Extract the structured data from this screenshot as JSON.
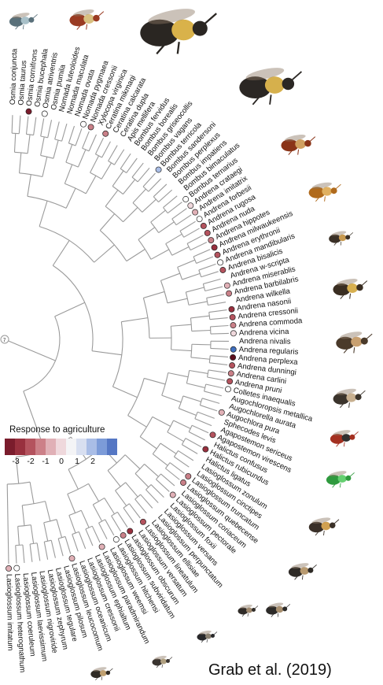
{
  "legend": {
    "title": "Response to agriculture",
    "ticks": [
      "-3",
      "-2",
      "-1",
      "0",
      "1",
      "2"
    ],
    "scale_colors": [
      "#7a1c2c",
      "#98303e",
      "#b4535e",
      "#cc8088",
      "#e0b0b6",
      "#efd8dc",
      "#f4f4f6",
      "#d8dff0",
      "#a9bde6",
      "#7c9bd8",
      "#5577c4"
    ]
  },
  "root_label": "7",
  "citation": "Grab et al. (2019)",
  "species": [
    {
      "name": "Osmia conjuncta",
      "color": null
    },
    {
      "name": "Osmia taurus",
      "color": null
    },
    {
      "name": "Osmia cornifrons",
      "color": "#7a1c2c"
    },
    {
      "name": "Osmia bucephala",
      "color": null
    },
    {
      "name": "Osmia atriventris",
      "color": "#ffffff"
    },
    {
      "name": "Osmia pumila",
      "color": null
    },
    {
      "name": "Nomada luteoloides",
      "color": null
    },
    {
      "name": "Nomada maculata",
      "color": null
    },
    {
      "name": "Nomada ovata",
      "color": null
    },
    {
      "name": "Nomada pygmaea",
      "color": "#ffffff"
    },
    {
      "name": "Nomada cressonii",
      "color": "#c98088"
    },
    {
      "name": "Xylocopa virginica",
      "color": null
    },
    {
      "name": "Ceratina mikmaqi",
      "color": "#c98088"
    },
    {
      "name": "Ceratina calcarata",
      "color": null
    },
    {
      "name": "Ceratina dupla",
      "color": null
    },
    {
      "name": "Apis mellifera",
      "color": null
    },
    {
      "name": "Bombus fervidus",
      "color": null
    },
    {
      "name": "Bombus borealis",
      "color": null
    },
    {
      "name": "Bombus griseocollis",
      "color": null
    },
    {
      "name": "Bombus vagans",
      "color": null
    },
    {
      "name": "Bombus terricola",
      "color": "#a9bde6"
    },
    {
      "name": "Bombus sandersoni",
      "color": null
    },
    {
      "name": "Bombus perplexus",
      "color": null
    },
    {
      "name": "Bombus impatiens",
      "color": null
    },
    {
      "name": "Bombus bimaculatus",
      "color": null
    },
    {
      "name": "Bombus ternarius",
      "color": "#ffffff"
    },
    {
      "name": "Andrena crataegi",
      "color": "#efd8dc"
    },
    {
      "name": "Andrena imitatrix",
      "color": "#e0b0b6"
    },
    {
      "name": "Andrena forbesii",
      "color": "#ffffff"
    },
    {
      "name": "Andrena rugosa",
      "color": "#b4535e"
    },
    {
      "name": "Andrena nuda",
      "color": "#b4535e"
    },
    {
      "name": "Andrena hippotes",
      "color": "#c98088"
    },
    {
      "name": "Andrena milwaukeensis",
      "color": "#98303e"
    },
    {
      "name": "Andrena erythronii",
      "color": "#b4535e"
    },
    {
      "name": "Andrena mandibularis",
      "color": "#ffffff"
    },
    {
      "name": "Andrena bisalicis",
      "color": "#b4535e"
    },
    {
      "name": "Andrena w-scripta",
      "color": null
    },
    {
      "name": "Andrena miserablis",
      "color": "#e0b0b6"
    },
    {
      "name": "Andrena barbilabris",
      "color": "#c98088"
    },
    {
      "name": "Andrena wilkella",
      "color": null
    },
    {
      "name": "Andrena nasonii",
      "color": "#98303e"
    },
    {
      "name": "Andrena cressonii",
      "color": "#b4535e"
    },
    {
      "name": "Andrena commoda",
      "color": "#c98088"
    },
    {
      "name": "Andrena vicina",
      "color": "#efd8dc"
    },
    {
      "name": "Andrena nivalis",
      "color": null
    },
    {
      "name": "Andrena regularis",
      "color": "#3f6fbf"
    },
    {
      "name": "Andrena perplexa",
      "color": "#5e0f1c"
    },
    {
      "name": "Andrena dunningi",
      "color": "#b4535e"
    },
    {
      "name": "Andrena carlini",
      "color": "#c98088"
    },
    {
      "name": "Andrena pruni",
      "color": "#b4535e"
    },
    {
      "name": "Colletes inaequalis",
      "color": "#ffffff"
    },
    {
      "name": "Augochloropsis metallica",
      "color": null
    },
    {
      "name": "Augochlorella aurata",
      "color": null
    },
    {
      "name": "Augochlora pura",
      "color": "#e0b0b6"
    },
    {
      "name": "Sphecodes levis",
      "color": null
    },
    {
      "name": "Agapostemon sericeus",
      "color": null
    },
    {
      "name": "Agapostemon virescens",
      "color": "#b4535e"
    },
    {
      "name": "Halictus confusus",
      "color": null
    },
    {
      "name": "Halictus rubicundus",
      "color": "#98303e"
    },
    {
      "name": "Halictus ligatus",
      "color": null
    },
    {
      "name": "Lasioglossum zonulum",
      "color": null
    },
    {
      "name": "Lasioglossum cinctipes",
      "color": null
    },
    {
      "name": "Lasioglossum truncatum",
      "color": "#c98088"
    },
    {
      "name": "Lasioglossum quebecense",
      "color": "#c98088"
    },
    {
      "name": "Lasioglossum coriaceum",
      "color": null
    },
    {
      "name": "Lasioglossum pectorale",
      "color": "#e0b0b6"
    },
    {
      "name": "Lasioglossum foxii",
      "color": null
    },
    {
      "name": "Lasioglossum versans",
      "color": null
    },
    {
      "name": "Lasioglossum perpunctatum",
      "color": null
    },
    {
      "name": "Lasioglossum ellisiae",
      "color": null
    },
    {
      "name": "Lasioglossum lineatulum",
      "color": "#b4535e"
    },
    {
      "name": "Lasioglossum versatum",
      "color": null
    },
    {
      "name": "Lasioglossum obscurum",
      "color": "#98303e"
    },
    {
      "name": "Lasioglossum subviridatum",
      "color": "#c98088"
    },
    {
      "name": "Lasioglossum hitchensi",
      "color": "#ffffff"
    },
    {
      "name": "Lasioglossum weemsi",
      "color": null
    },
    {
      "name": "Lasioglossum paradmirandum",
      "color": "#e0b0b6"
    },
    {
      "name": "Lasioglossum ephialtum",
      "color": null
    },
    {
      "name": "Lasioglossum cressonii",
      "color": null
    },
    {
      "name": "Lasioglossum oceanicum",
      "color": null
    },
    {
      "name": "Lasioglossum leucocomum",
      "color": "#e0b0b6"
    },
    {
      "name": "Lasioglossum pilosum",
      "color": null
    },
    {
      "name": "Lasioglossum tegulare",
      "color": null
    },
    {
      "name": "Lasioglossum zephyrum",
      "color": null
    },
    {
      "name": "Lasioglossum nigroviride",
      "color": null
    },
    {
      "name": "Lasioglossum laevissimum",
      "color": null
    },
    {
      "name": "Lasioglossum coeruleum",
      "color": null
    },
    {
      "name": "Lasioglossum heterognathum",
      "color": "#ffffff"
    },
    {
      "name": "Lasioglossum imitatum",
      "color": "#e0b0b6"
    }
  ],
  "bee_photos": [
    {
      "name": "osmia-bee-photo-icon",
      "body": "#59707a",
      "accent": "#a8c0c8"
    },
    {
      "name": "nomada-bee-photo-icon",
      "body": "#9a3b22",
      "accent": "#d8c080"
    },
    {
      "name": "bumblebee-photo-icon",
      "body": "#2a2622",
      "accent": "#d9b24a"
    },
    {
      "name": "bumblebee-worker-photo-icon",
      "body": "#2b2724",
      "accent": "#d6b04c"
    },
    {
      "name": "andrena-red-photo-icon",
      "body": "#8a3418",
      "accent": "#d0a060"
    },
    {
      "name": "andrena-orange-photo-icon",
      "body": "#b06a1c",
      "accent": "#e0b060"
    },
    {
      "name": "andrena-small-photo-icon",
      "body": "#3a3026",
      "accent": "#c89a50"
    },
    {
      "name": "andrena-banded-photo-icon",
      "body": "#3a2e22",
      "accent": "#d8b050"
    },
    {
      "name": "andrena-brown-photo-icon",
      "body": "#4a3a2a",
      "accent": "#c8a070"
    },
    {
      "name": "colletes-photo-icon",
      "body": "#3b342c",
      "accent": "#c8b090"
    },
    {
      "name": "agapostemon-photo-icon",
      "body": "#a43020",
      "accent": "#303030"
    },
    {
      "name": "augochlora-green-photo-icon",
      "body": "#2f9a3e",
      "accent": "#64d070"
    },
    {
      "name": "halictus-photo-icon",
      "body": "#3a3028",
      "accent": "#d0a050"
    },
    {
      "name": "lasioglossum-photo-icon",
      "body": "#2e2a26",
      "accent": "#b89a70"
    },
    {
      "name": "lasioglossum-small-photo-icon",
      "body": "#2c2a28",
      "accent": "#a89070"
    },
    {
      "name": "lasioglossum-tiny-photo-icon",
      "body": "#302c28",
      "accent": "#a08a70"
    },
    {
      "name": "lasioglossum-dark-photo-icon",
      "body": "#28282a",
      "accent": "#8a8070"
    },
    {
      "name": "lasioglossum-pale-photo-icon",
      "body": "#3a3430",
      "accent": "#b0a080"
    },
    {
      "name": "bottom-bee-photo-icon",
      "body": "#2f2a24",
      "accent": "#c0a070"
    }
  ]
}
